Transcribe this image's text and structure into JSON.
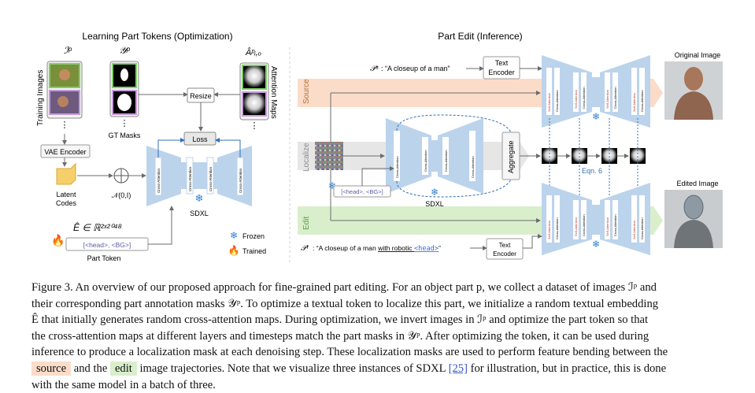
{
  "left_panel": {
    "title": "Learning Part Tokens (Optimization)",
    "ip_label": "ℐᵖ",
    "yp_label": "𝒴ᵖ",
    "training_images_label": "Training Images",
    "gt_masks_label": "GT Masks",
    "dots": "⋮",
    "resize_label": "Resize",
    "loss_label": "Loss",
    "vae_label": "VAE Encoder",
    "latent_label_1": "Latent",
    "latent_label_2": "Codes",
    "noise_label": "𝒩(0,I)",
    "sdxl_label": "SDXL",
    "attn_maps_label": "Attention Maps",
    "attn_symbol": "Âᵖᵢ,ₒ",
    "embed_label": "Ê ∈ ℝ²ˣ²⁰⁴⁸",
    "token_text": "[<head>, <BG>]",
    "part_token_label": "Part Token",
    "frozen_label": "Frozen",
    "trained_label": "Trained",
    "cross_attention": "Cross-Attention",
    "self_attention": "Self-Attention"
  },
  "right_panel": {
    "title": "Part Edit (Inference)",
    "source_prompt_sym": "𝒫ˢ",
    "source_prompt": ": “A closeup of a man”",
    "text_encoder_1": "Text",
    "text_encoder_2": "Encoder",
    "original_image_label": "Original Image",
    "edited_image_label": "Edited Image",
    "source_label": "Source",
    "localize_label": "Localize",
    "edit_label": "Edit",
    "aggregate_label": "Aggregate",
    "eqn_label": "Eqn. 6",
    "sdxl_label": "SDXL",
    "token_text": "[<head>, <BG>]",
    "edit_prompt_sym": "𝒫ᵗ",
    "edit_prompt_pre": ": “A closeup of a man ",
    "edit_prompt_ul": "with robotic ",
    "edit_prompt_head": "<head>",
    "edit_prompt_post": "”"
  },
  "caption": {
    "l1": "Figure 3.  An overview of our proposed approach for fine-grained part editing. For an object part p, we collect a dataset of images ℐᵖ and",
    "l2": "their corresponding part annotation masks 𝒴ᵖ. To optimize a textual token to localize this part, we initialize a random textual embedding",
    "l3": "Ê that initially generates random cross-attention maps. During optimization, we invert images in ℐᵖ and optimize the part token so that",
    "l4": "the cross-attention maps at different layers and timesteps match the part masks in 𝒴ᵖ. After optimizing the token, it can be used during",
    "l5": "inference to produce a localization mask at each denoising step. These localization masks are used to perform feature bending between the",
    "l6_source": "source",
    "l6_and": " and the ",
    "l6_edit": "edit",
    "l6_rest": " image trajectories. Note that we visualize three instances of SDXL ",
    "l6_ref": "[25]",
    "l6_end": " for illustration, but in practice, this is done",
    "l7": "with the same model in a batch of three."
  },
  "colors": {
    "source_band": "#fbdcc8",
    "localize_band": "#e6e6e6",
    "edit_band": "#d9efcc",
    "unet": "#bcd3ec",
    "frozen": "#2f80d0",
    "trained": "#e2571d",
    "ref_link": "#3355cc"
  }
}
